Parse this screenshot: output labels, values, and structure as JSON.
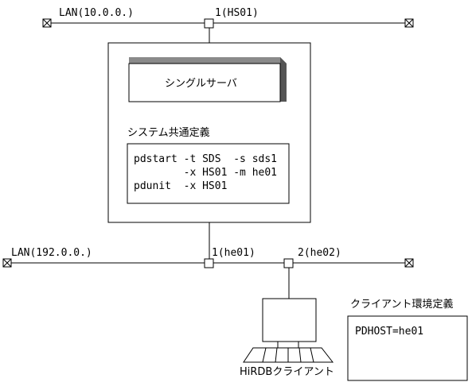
{
  "networks": {
    "top": {
      "label": "LAN(10.0.0.)",
      "port_label": "1(HS01)"
    },
    "bottom": {
      "label": "LAN(192.0.0.)",
      "port1_label": "1(he01)",
      "port2_label": "2(he02)"
    }
  },
  "server": {
    "title": "シングルサーバ",
    "definition_title": "システム共通定義",
    "definition_lines": [
      "pdstart -t SDS  -s sds1",
      "        -x HS01 -m he01",
      "pdunit  -x HS01"
    ]
  },
  "client": {
    "label": "HiRDBクライアント",
    "definition_title": "クライアント環境定義",
    "definition_value": "PDHOST=he01"
  }
}
